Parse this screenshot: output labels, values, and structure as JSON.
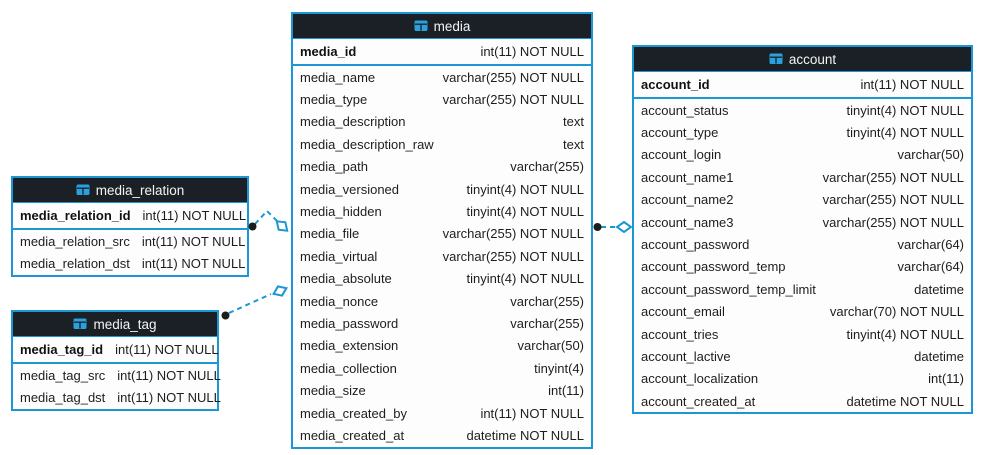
{
  "diagram": {
    "accent_color": "#1b97d3",
    "header_bg": "#1b2026",
    "header_text_color": "#f4f4f4",
    "row_bg": "#fdfdfd",
    "line_style": "dashed",
    "tables": [
      {
        "name": "media_relation",
        "icon": "table-icon",
        "fields": [
          {
            "name": "media_relation_id",
            "type": "int(11) NOT NULL",
            "pk": true
          },
          {
            "name": "media_relation_src",
            "type": "int(11) NOT NULL"
          },
          {
            "name": "media_relation_dst",
            "type": "int(11) NOT NULL"
          }
        ]
      },
      {
        "name": "media_tag",
        "icon": "table-icon",
        "fields": [
          {
            "name": "media_tag_id",
            "type": "int(11) NOT NULL",
            "pk": true
          },
          {
            "name": "media_tag_src",
            "type": "int(11) NOT NULL"
          },
          {
            "name": "media_tag_dst",
            "type": "int(11) NOT NULL"
          }
        ]
      },
      {
        "name": "media",
        "icon": "table-icon",
        "fields": [
          {
            "name": "media_id",
            "type": "int(11) NOT NULL",
            "pk": true
          },
          {
            "name": "media_name",
            "type": "varchar(255) NOT NULL"
          },
          {
            "name": "media_type",
            "type": "varchar(255) NOT NULL"
          },
          {
            "name": "media_description",
            "type": "text"
          },
          {
            "name": "media_description_raw",
            "type": "text"
          },
          {
            "name": "media_path",
            "type": "varchar(255)"
          },
          {
            "name": "media_versioned",
            "type": "tinyint(4) NOT NULL"
          },
          {
            "name": "media_hidden",
            "type": "tinyint(4) NOT NULL"
          },
          {
            "name": "media_file",
            "type": "varchar(255) NOT NULL"
          },
          {
            "name": "media_virtual",
            "type": "varchar(255) NOT NULL"
          },
          {
            "name": "media_absolute",
            "type": "tinyint(4) NOT NULL"
          },
          {
            "name": "media_nonce",
            "type": "varchar(255)"
          },
          {
            "name": "media_password",
            "type": "varchar(255)"
          },
          {
            "name": "media_extension",
            "type": "varchar(50)"
          },
          {
            "name": "media_collection",
            "type": "tinyint(4)"
          },
          {
            "name": "media_size",
            "type": "int(11)"
          },
          {
            "name": "media_created_by",
            "type": "int(11) NOT NULL"
          },
          {
            "name": "media_created_at",
            "type": "datetime NOT NULL"
          }
        ]
      },
      {
        "name": "account",
        "icon": "table-icon",
        "fields": [
          {
            "name": "account_id",
            "type": "int(11) NOT NULL",
            "pk": true
          },
          {
            "name": "account_status",
            "type": "tinyint(4) NOT NULL"
          },
          {
            "name": "account_type",
            "type": "tinyint(4) NOT NULL"
          },
          {
            "name": "account_login",
            "type": "varchar(50)"
          },
          {
            "name": "account_name1",
            "type": "varchar(255) NOT NULL"
          },
          {
            "name": "account_name2",
            "type": "varchar(255) NOT NULL"
          },
          {
            "name": "account_name3",
            "type": "varchar(255) NOT NULL"
          },
          {
            "name": "account_password",
            "type": "varchar(64)"
          },
          {
            "name": "account_password_temp",
            "type": "varchar(64)"
          },
          {
            "name": "account_password_temp_limit",
            "type": "datetime"
          },
          {
            "name": "account_email",
            "type": "varchar(70) NOT NULL"
          },
          {
            "name": "account_tries",
            "type": "tinyint(4) NOT NULL"
          },
          {
            "name": "account_lactive",
            "type": "datetime"
          },
          {
            "name": "account_localization",
            "type": "int(11)"
          },
          {
            "name": "account_created_at",
            "type": "datetime NOT NULL"
          }
        ]
      }
    ],
    "relationships": [
      {
        "from": "media_relation",
        "to": "media",
        "from_marker": "dot",
        "to_marker": "open-diamond",
        "style": "dashed"
      },
      {
        "from": "media_tag",
        "to": "media",
        "from_marker": "dot",
        "to_marker": "open-diamond",
        "style": "dashed"
      },
      {
        "from": "media",
        "to": "account",
        "from_marker": "dot",
        "to_marker": "open-diamond",
        "style": "dashed"
      }
    ]
  }
}
